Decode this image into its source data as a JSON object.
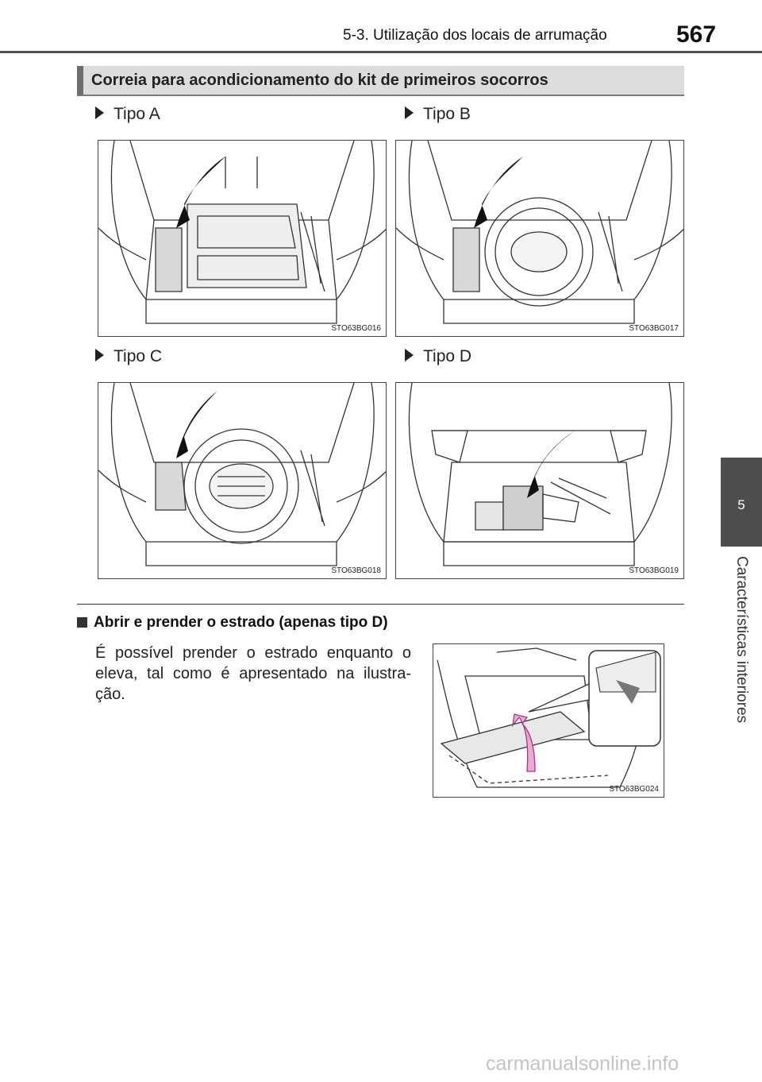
{
  "header": {
    "section_title": "5-3. Utilização dos locais de arrumação",
    "page_number": "567"
  },
  "side_tab": {
    "chapter_number": "5",
    "chapter_title": "Características interiores"
  },
  "section": {
    "heading": "Correia para acondicionamento do kit de primeiros socorros"
  },
  "types": [
    {
      "label": "Tipo A",
      "image_code": "STO63BG016"
    },
    {
      "label": "Tipo B",
      "image_code": "STO63BG017"
    },
    {
      "label": "Tipo C",
      "image_code": "STO63BG018"
    },
    {
      "label": "Tipo D",
      "image_code": "STO63BG019"
    }
  ],
  "subsection": {
    "heading": "Abrir e prender o estrado (apenas tipo D)",
    "body": "É possível prender o estrado enquanto o eleva, tal como é apresentado na ilustra-ção.",
    "image_code": "STO63BG024"
  },
  "footer": {
    "watermark": "carmanualsonline.info"
  },
  "colors": {
    "section_bar": "#dcdcdc",
    "side_tab": "#4d4d4d",
    "arrow_pink": "#f2a6d6"
  }
}
